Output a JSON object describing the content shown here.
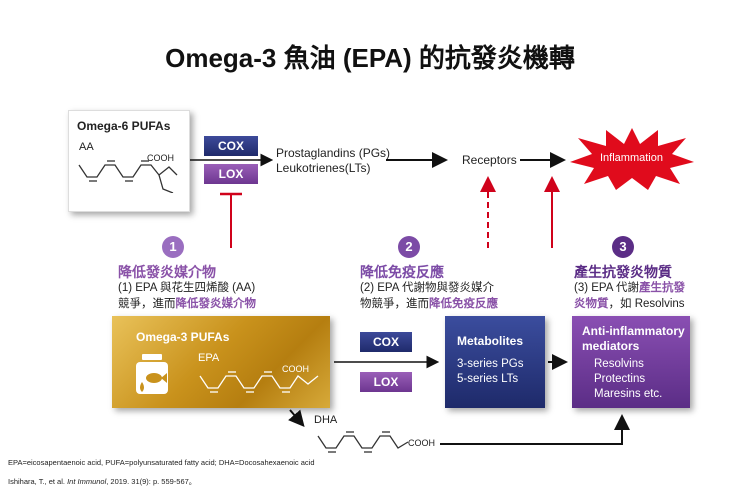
{
  "title": "Omega-3 魚油 (EPA) 的抗發炎機轉",
  "omega6": {
    "title": "Omega-6 PUFAs",
    "acid_label": "AA",
    "group_label": "COOH"
  },
  "top_enzymes": {
    "cox": "COX",
    "lox": "LOX"
  },
  "products": {
    "line1": "Prostaglandins (PGs)",
    "line2": "Leukotrienes(LTs)"
  },
  "receptors": "Receptors",
  "inflammation": "Inflammation",
  "steps": [
    {
      "num": "1",
      "title": "降低發炎媒介物",
      "desc_line1": "(1) EPA 與花生四烯酸 (AA)",
      "desc_line2_plain": "競爭，進而",
      "desc_line2_highlight": "降低發炎媒介物"
    },
    {
      "num": "2",
      "title": "降低免疫反應",
      "desc_line1": "(2) EPA 代謝物與發炎媒介",
      "desc_line2_plain": "物競爭，進而",
      "desc_line2_highlight": "降低免疫反應"
    },
    {
      "num": "3",
      "title": "產生抗發炎物質",
      "desc_line1_plain": "(3) EPA 代謝",
      "desc_line1_highlight": "產生抗發",
      "desc_line2_highlight": "炎物質",
      "desc_line2_plain": "，如 Resolvins"
    }
  ],
  "omega3": {
    "title": "Omega-3 PUFAs",
    "acid_label": "EPA",
    "group_label": "COOH"
  },
  "mid_enzymes": {
    "cox": "COX",
    "lox": "LOX"
  },
  "metabolites": {
    "title": "Metabolites",
    "line1": "3-series PGs",
    "line2": "5-series LTs"
  },
  "anti": {
    "title_line1": "Anti-inflammatory",
    "title_line2": "mediators",
    "items": [
      "Resolvins",
      "Protectins",
      "Maresins etc."
    ]
  },
  "dha": {
    "label": "DHA",
    "group_label": "COOH"
  },
  "footnotes": {
    "abbrev": "EPA=eicosapentaenoic acid, PUFA=polyunsaturated fatty acid; DHA=Docosahexaenoic acid",
    "ref_plain": "Ishihara, T., et al. ",
    "ref_journal": "Int Immunol",
    "ref_rest": ", 2019. 31(9): p. 559-567。"
  },
  "colors": {
    "purple": "#6d3690",
    "navy": "#1f2a6b",
    "red": "#d0021b",
    "gold": "#c9921c"
  },
  "icons": [
    "fish-oil-jar-icon"
  ]
}
